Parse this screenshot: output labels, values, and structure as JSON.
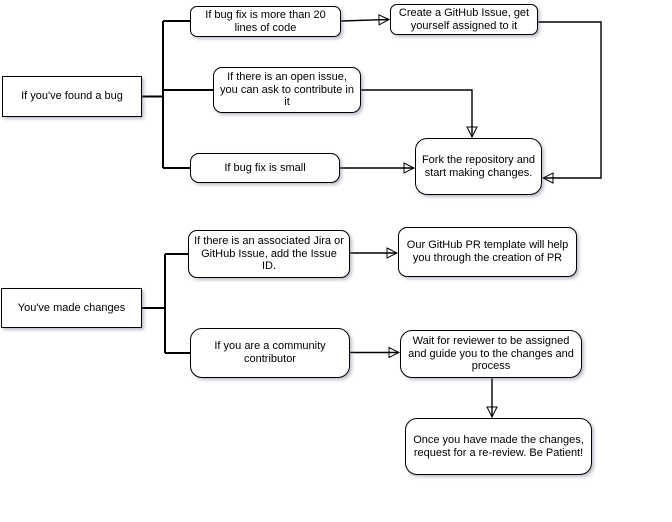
{
  "diagram": {
    "title": "Contribution workflow flowchart",
    "colors": {
      "node_fill": "#ffffff",
      "node_border": "#000000",
      "text": "#000000",
      "connector": "#000000",
      "background": "#ffffff"
    },
    "nodes": {
      "found_bug": {
        "label": "If you've found a bug"
      },
      "bugfix_large": {
        "label": "If bug fix is more than 20 lines of code"
      },
      "open_issue": {
        "label": "If there is an open issue, you can ask to contribute in it"
      },
      "bugfix_small": {
        "label": "If bug fix is small"
      },
      "create_issue": {
        "label": "Create a GitHub Issue, get yourself assigned to it"
      },
      "fork_repo": {
        "label": "Fork the repository and start making changes."
      },
      "made_changes": {
        "label": "You've made changes"
      },
      "jira_issue": {
        "label": "If there is an associated Jira or GitHub Issue, add the Issue ID."
      },
      "community": {
        "label": "If you are a community contributor"
      },
      "pr_template": {
        "label": "Our GitHub PR template will help you through the creation of PR"
      },
      "wait_review": {
        "label": "Wait for reviewer to be assigned and guide you to the changes and process"
      },
      "rereview": {
        "label": "Once you have made the changes, request for a re-review. Be Patient!"
      }
    },
    "edges": [
      {
        "from": "found_bug",
        "to": "bugfix_large",
        "type": "tree-branch"
      },
      {
        "from": "found_bug",
        "to": "open_issue",
        "type": "tree-branch"
      },
      {
        "from": "found_bug",
        "to": "bugfix_small",
        "type": "tree-branch"
      },
      {
        "from": "bugfix_large",
        "to": "create_issue",
        "type": "arrow"
      },
      {
        "from": "create_issue",
        "to": "fork_repo",
        "type": "arrow"
      },
      {
        "from": "open_issue",
        "to": "fork_repo",
        "type": "arrow"
      },
      {
        "from": "bugfix_small",
        "to": "fork_repo",
        "type": "arrow"
      },
      {
        "from": "made_changes",
        "to": "jira_issue",
        "type": "tree-branch"
      },
      {
        "from": "made_changes",
        "to": "community",
        "type": "tree-branch"
      },
      {
        "from": "jira_issue",
        "to": "pr_template",
        "type": "arrow"
      },
      {
        "from": "community",
        "to": "wait_review",
        "type": "arrow"
      },
      {
        "from": "wait_review",
        "to": "rereview",
        "type": "arrow"
      }
    ]
  }
}
